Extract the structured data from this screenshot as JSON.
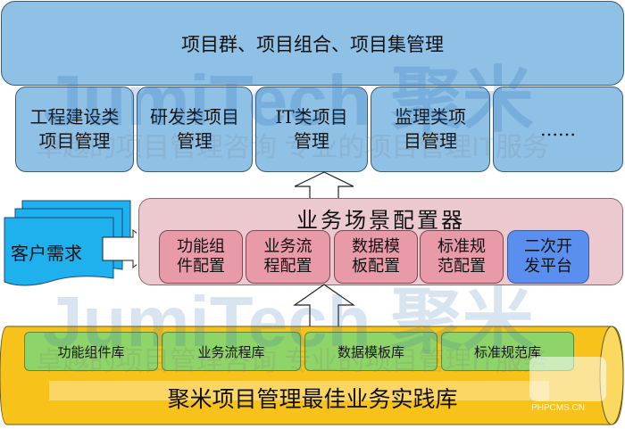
{
  "top_layer": {
    "label": "项目群、项目组合、项目集管理"
  },
  "project_types": [
    {
      "label": "工程建设类项目管理"
    },
    {
      "label": "研发类项目管理"
    },
    {
      "label": "IT类项目管理"
    },
    {
      "label": "监理类项目管理"
    },
    {
      "label": "……"
    }
  ],
  "customer": {
    "label": "客户需求"
  },
  "configurator": {
    "title": "业务场景配置器",
    "items": [
      {
        "label": "功能组件配置"
      },
      {
        "label": "业务流程配置"
      },
      {
        "label": "数据模板配置"
      },
      {
        "label": "标准规范配置"
      },
      {
        "label": "二次开发平台"
      }
    ]
  },
  "repository": {
    "title": "聚米项目管理最佳业务实践库",
    "libraries": [
      {
        "label": "功能组件库"
      },
      {
        "label": "业务流程库"
      },
      {
        "label": "数据模板库"
      },
      {
        "label": "标准规范库"
      }
    ]
  },
  "watermarks": {
    "brand": "JumiTech 聚米",
    "slogan": "卓越的项目管理咨询 专业的项目管理IT服务",
    "site": "PHPCMS.CN"
  },
  "colors": {
    "top": "#8fc0e6",
    "config_bg": "#ecc9cf",
    "config_item": "#e99aa8",
    "dev_platform": "#5a8ff0",
    "library": "#8fd468",
    "cylinder": "#f7c21a",
    "customer": "#1fb0ee"
  }
}
